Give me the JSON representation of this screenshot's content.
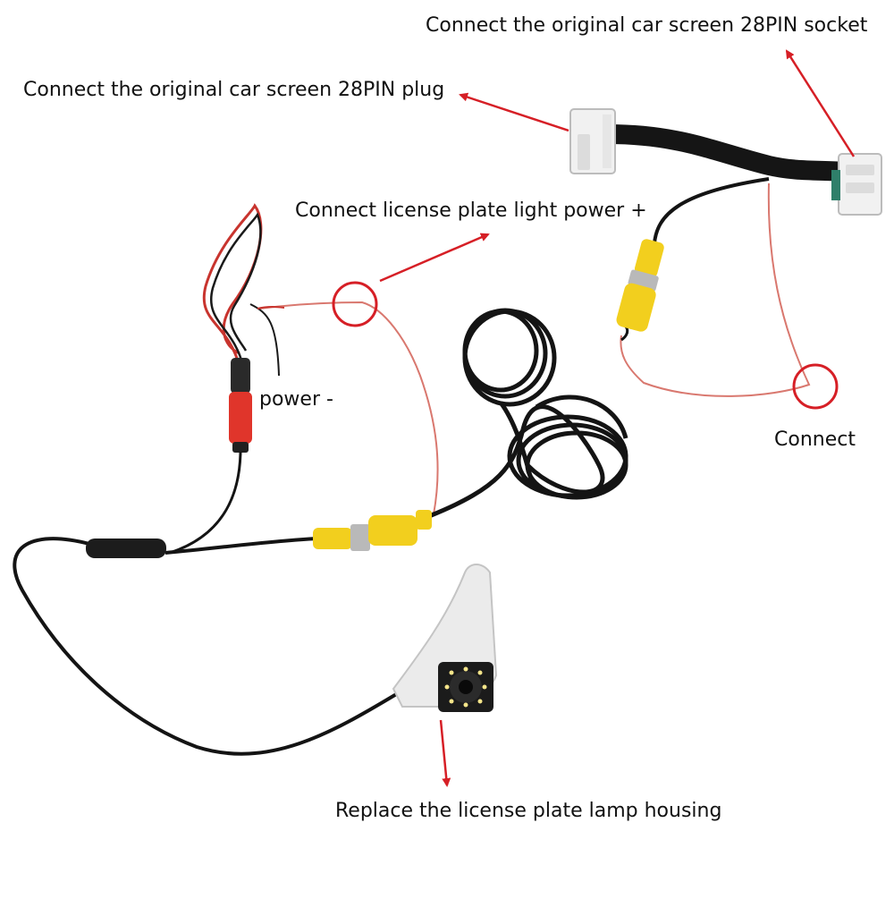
{
  "labels": {
    "socket": "Connect the original car screen 28PIN socket",
    "plug": "Connect the original car screen 28PIN plug",
    "light_power": "Connect license plate light power +",
    "power_negative": "power -",
    "connect": "Connect",
    "housing": "Replace the license plate lamp housing"
  },
  "colors": {
    "background": "#ffffff",
    "arrow": "#d61f26",
    "highlight_circle": "#d61f26",
    "cable_black": "#141414",
    "wire_red": "#c8342e",
    "wire_pink": "#d9786f",
    "rca_yellow": "#f2cf1e",
    "connector_red": "#e0352b",
    "connector_white": "#f1f1f1",
    "metal": "#b9b9b9"
  }
}
